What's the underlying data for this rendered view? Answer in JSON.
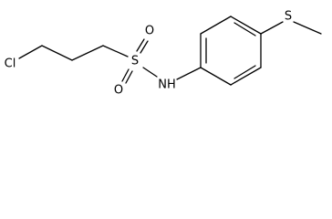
{
  "molecule": {
    "atoms": {
      "chlorine": "Cl",
      "sulfur_sulfonyl": "S",
      "oxygen_top": "O",
      "oxygen_bottom": "O",
      "nitrogen_amide": "NH",
      "sulfur_thioether": "S"
    }
  }
}
